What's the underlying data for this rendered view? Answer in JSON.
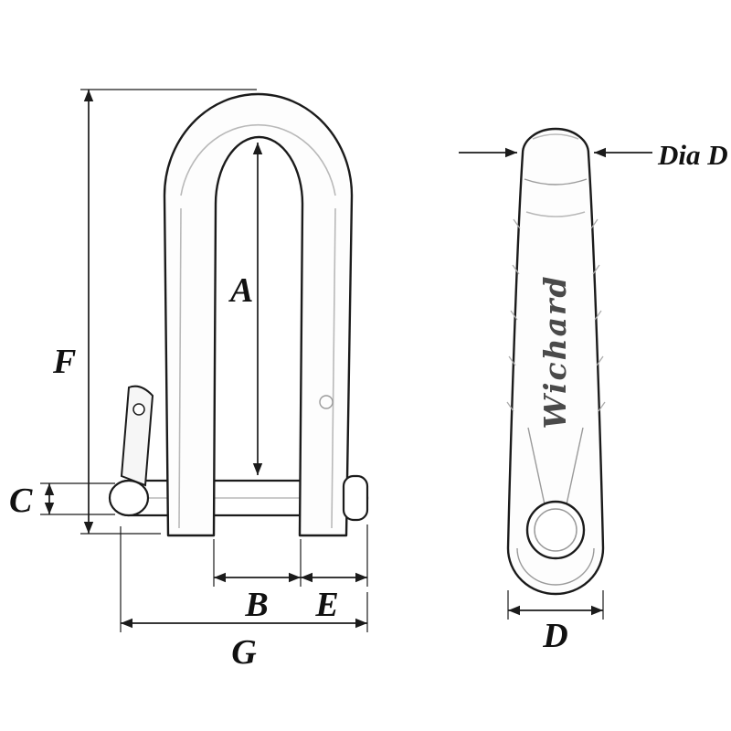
{
  "figure": {
    "kind": "technical-dimension-diagram",
    "views": [
      "front",
      "side"
    ]
  },
  "labels": {
    "A": "A",
    "B": "B",
    "C": "C",
    "D": "D",
    "E": "E",
    "F": "F",
    "G": "G",
    "dia_d": "Dia D"
  },
  "logo": {
    "brand": "Wichard"
  },
  "colors": {
    "background": "#ffffff",
    "line": "#1b1b1b",
    "shade": "#b9b9b9",
    "label": "#111111"
  }
}
